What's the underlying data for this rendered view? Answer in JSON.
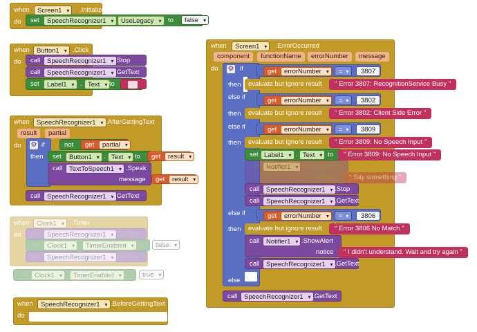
{
  "blocks": {
    "init": {
      "when": "when",
      "component": "Screen1",
      "event": ".Initialize",
      "do": "do",
      "set": "set",
      "target": "SpeechRecognizer1",
      "prop": "UseLegacy",
      "to": "to",
      "value": "false"
    },
    "click": {
      "when": "when",
      "component": "Button1",
      "event": ".Click",
      "do": "do",
      "call1": "call",
      "c1": "SpeechRecognizer1",
      "m1": ".Stop",
      "call2": "call",
      "c2": "SpeechRecognizer1",
      "m2": ".GetText",
      "set": "set",
      "target": "Label1",
      "prop": "Text",
      "to": "to"
    },
    "after": {
      "when": "when",
      "component": "SpeechRecognizer1",
      "event": ".AfterGettingText",
      "p1": "result",
      "p2": "partial",
      "do": "do",
      "if": "if",
      "not": "not",
      "get": "get",
      "getv": "partial",
      "then": "then",
      "set": "set",
      "target": "Button1",
      "prop": "Text",
      "to": "to",
      "get2": "get",
      "getv2": "result",
      "call": "call",
      "tts": "TextToSpeech1",
      "speak": ".Speak",
      "message": "message",
      "get3": "get",
      "getv3": "result",
      "call2": "call",
      "c2": "SpeechRecognizer1",
      "m2": ".GetText"
    },
    "timer": {
      "when": "when",
      "component": "Clock1",
      "event": ".Timer",
      "do": "do",
      "call1": "call",
      "c1": "SpeechRecognizer1",
      "m1": ".GetText",
      "set": "set",
      "target": "Clock1",
      "prop": "TimerEnabled",
      "to": "to",
      "value": "false",
      "call2": "call",
      "c2": "SpeechRecognizer1",
      "m2": ".GetText"
    },
    "clockset": {
      "set": "set",
      "target": "Clock1",
      "prop": "TimerEnabled",
      "to": "to",
      "value": "true"
    },
    "before": {
      "when": "when",
      "component": "SpeechRecognizer1",
      "event": ".BeforeGettingText",
      "do": "do"
    },
    "error": {
      "when": "when",
      "component": "Screen1",
      "event": ".ErrorOccurred",
      "params": [
        "component",
        "functionName",
        "errorNumber",
        "message"
      ],
      "do": "do",
      "if": "if",
      "then": "then",
      "elseif": "else if",
      "else": "else",
      "get": "get",
      "var": "errorNumber",
      "eq": "=",
      "evaluate": "evaluate but ignore result",
      "n1": "3807",
      "s1": "Error 3807: RecognitionService Busy",
      "n2": "3802",
      "s2": "Error 3802: Client Side Error",
      "n3": "3809",
      "s3": "Error 3809: No Speech Input",
      "set": "set",
      "label": "Label1",
      "prop": "Text",
      "to": "to",
      "s3b": "Error 3809: No Speech Input",
      "call": "call",
      "notifier": "Notifier1",
      "showAlert": ".ShowAlert",
      "notice": "notice",
      "say": "Say something",
      "sr": "SpeechRecognizer1",
      "stop": ".Stop",
      "gettext": ".GetText",
      "n4": "3806",
      "s4": "Error 3806 No Match",
      "understand": "I didn't understand.  Wait and try again"
    }
  }
}
